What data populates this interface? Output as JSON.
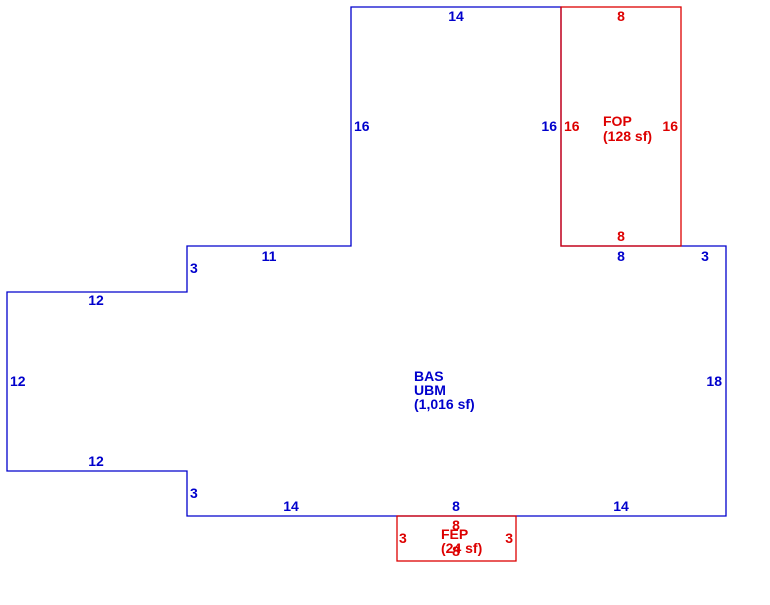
{
  "colors": {
    "main": "#0000cc",
    "porch": "#dd0000",
    "background": "#ffffff"
  },
  "main_area": {
    "code": "BAS",
    "subcode": "UBM",
    "area": "(1,016 sf)",
    "dimensions": {
      "top_upper": "14",
      "left_upper": "16",
      "right_upper": "16",
      "step_top": "11",
      "step_left_top": "3",
      "wing_top": "12",
      "wing_left": "12",
      "wing_bottom": "12",
      "step_left_bottom": "3",
      "bottom_left": "14",
      "bottom_middle": "8",
      "bottom_right": "14",
      "right": "18",
      "right_step": "3",
      "notch_bottom": "8"
    }
  },
  "front_porch": {
    "code": "FOP",
    "area": "(128 sf)",
    "dimensions": {
      "top": "8",
      "left": "16",
      "right": "16",
      "bottom": "8"
    }
  },
  "entry_porch": {
    "code": "FEP",
    "area": "(24 sf)",
    "dimensions": {
      "top": "8",
      "left": "3",
      "right": "3",
      "bottom": "8"
    }
  }
}
